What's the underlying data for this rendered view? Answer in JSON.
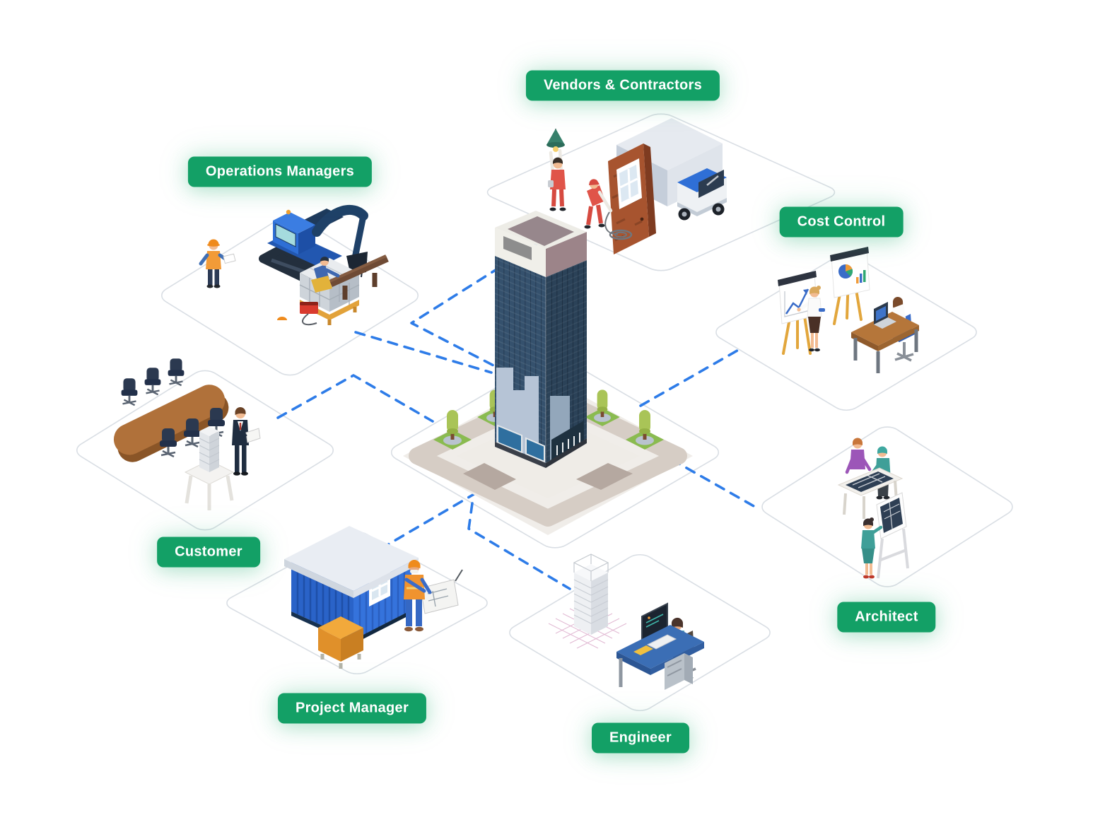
{
  "diagram": {
    "type": "stakeholder-diagram",
    "center_node": "construction-building",
    "colors": {
      "badge": "#13a066",
      "badge_text": "#ffffff",
      "connector": "#2e7ce8",
      "tile_border": "#d9dee4",
      "background": "#ffffff"
    },
    "nodes": {
      "vendors": {
        "label": "Vendors & Contractors",
        "scene": "workers-installing-door-and-delivery-truck"
      },
      "operations": {
        "label": "Operations Managers",
        "scene": "excavator-blocks-welder-site"
      },
      "cost": {
        "label": "Cost Control",
        "scene": "chart-easels-presentation-desk"
      },
      "customer": {
        "label": "Customer",
        "scene": "meeting-table-businessman-building-model"
      },
      "project_manager": {
        "label": "Project Manager",
        "scene": "site-container-worker-blueprint"
      },
      "engineer": {
        "label": "Engineer",
        "scene": "workstation-3d-building-model"
      },
      "architect": {
        "label": "Architect",
        "scene": "drafting-table-blueprint-easel"
      }
    }
  }
}
